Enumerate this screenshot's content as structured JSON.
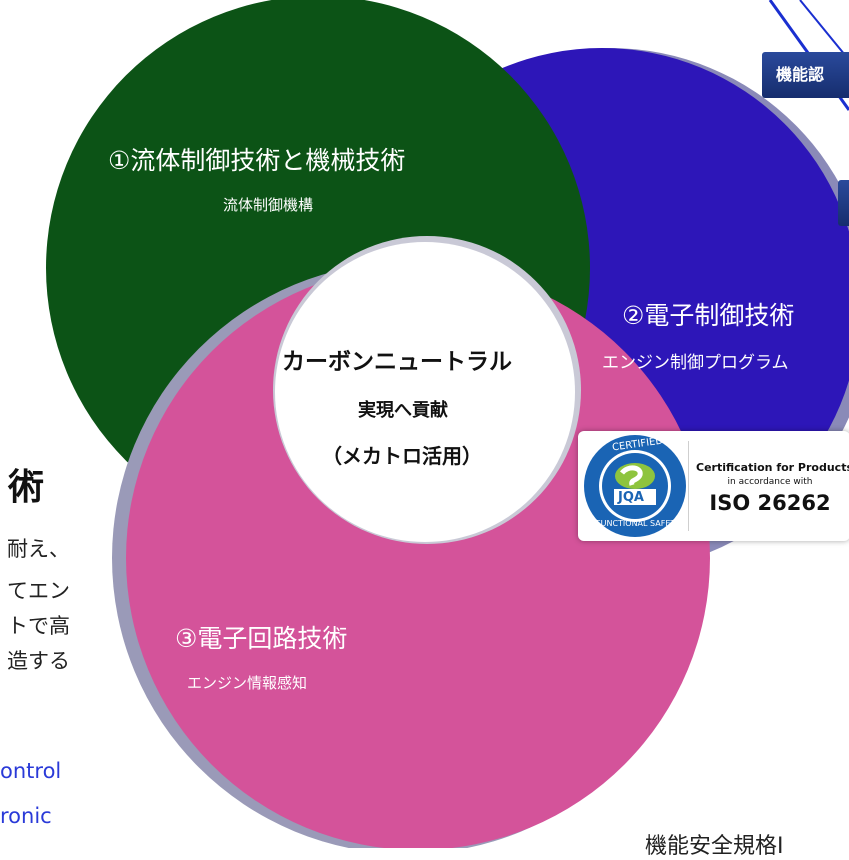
{
  "circles": [
    {
      "id": "fluid",
      "title": "①流体制御技術と機械技術",
      "subtitle": "流体制御機構",
      "color": "#0c5316"
    },
    {
      "id": "electronic_control",
      "title": "②電子制御技術",
      "subtitle": "エンジン制御プログラム",
      "color": "#2d16b8"
    },
    {
      "id": "electronic_circuit",
      "title": "③電子回路技術",
      "subtitle": "エンジン情報感知",
      "color": "#d4539a"
    }
  ],
  "center": {
    "line1": "カーボンニュートラル",
    "line2": "実現へ貢献",
    "line3": "（メカトロ活用）"
  },
  "certification": {
    "badge_top": "CERTIFIED",
    "badge_bottom": "FUNCTIONAL SAFETY",
    "badge_logo": "JQA",
    "line1": "Certification for Products",
    "line2": "in accordance with",
    "line3": "ISO 26262"
  },
  "side_tags": {
    "tag1": "機能認"
  },
  "left_text": {
    "heading_fragment": "術",
    "lines": [
      "耐え、",
      "てエン",
      "トで高",
      "造する"
    ],
    "links": [
      "ontrol",
      "ronic"
    ]
  },
  "bottom_text": "機能安全規格I"
}
